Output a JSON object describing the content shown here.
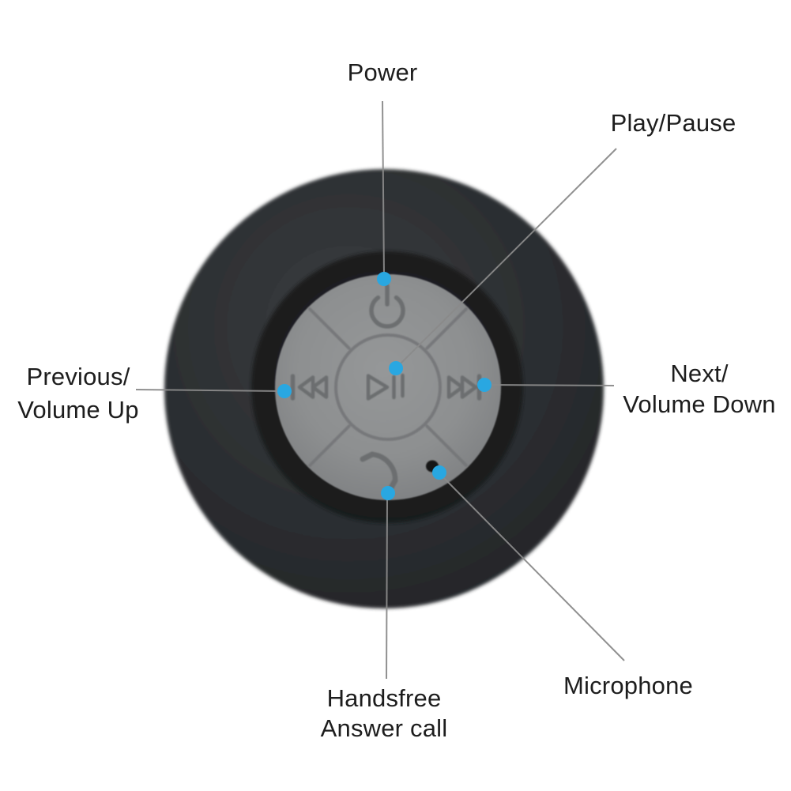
{
  "theme": {
    "background": "#ffffff",
    "text_color": "#1d1d1d",
    "line_color": "#8a8a8a",
    "dot_color": "#29a7e1",
    "body_color": "#2d3033",
    "recess_color": "#1b1d1f",
    "pad_color": "#8d8f90",
    "engraving_color": "#6c6e70",
    "mic_hole_color": "#161616"
  },
  "callouts": {
    "power": {
      "label": "Power"
    },
    "play_pause": {
      "label": "Play/Pause"
    },
    "previous_volume_up": {
      "line1": "Previous/",
      "line2": "Volume Up"
    },
    "next_volume_down": {
      "line1": "Next/",
      "line2": "Volume Down"
    },
    "handsfree": {
      "line1": "Handsfree",
      "line2": "Answer call"
    },
    "microphone": {
      "label": "Microphone"
    }
  },
  "icons": {
    "power-icon": "⏻",
    "play-pause-icon": "⏯",
    "previous-icon": "⏮",
    "next-icon": "⏭",
    "phone-icon": "📞",
    "microphone-hole": "•"
  }
}
